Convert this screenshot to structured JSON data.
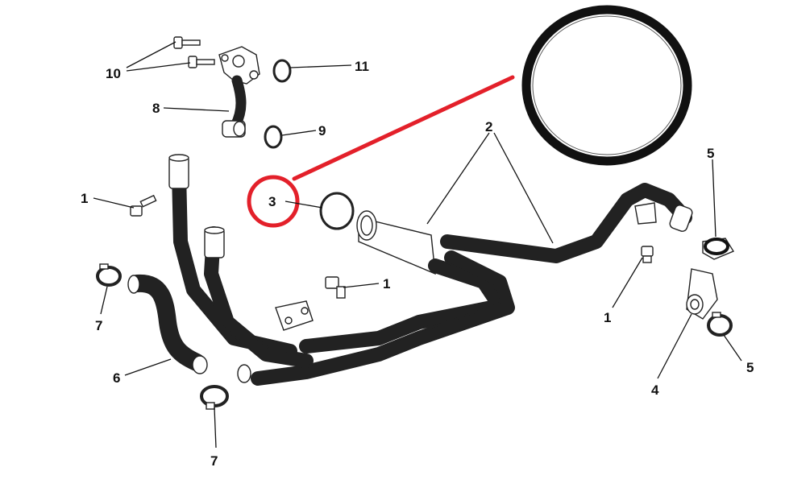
{
  "callouts": {
    "c10": "10",
    "c11": "11",
    "c8": "8",
    "c9": "9",
    "c2": "2",
    "c3": "3",
    "c5_top": "5",
    "c1_left": "1",
    "c1_mid": "1",
    "c1_right": "1",
    "c7_top": "7",
    "c6": "6",
    "c7_bottom": "7",
    "c4": "4",
    "c5_bottom": "5"
  },
  "colors": {
    "highlight": "#e3202a",
    "line": "#222222",
    "oring": "#111111"
  }
}
